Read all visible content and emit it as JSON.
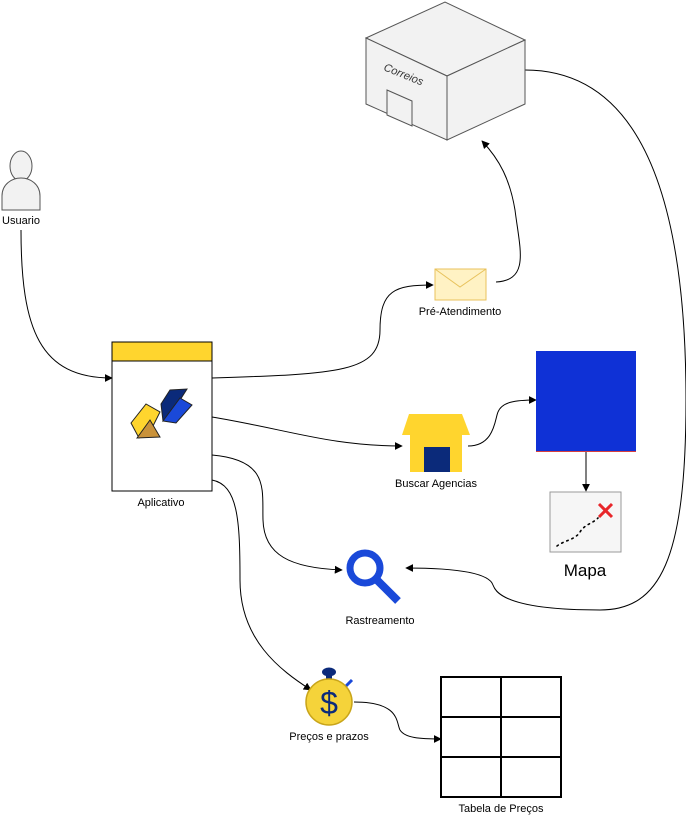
{
  "nodes": {
    "usuario": {
      "label": "Usuario",
      "icon": "user-icon"
    },
    "correios": {
      "label": "Correios",
      "icon": "building-box-icon"
    },
    "pre_atendimento": {
      "label": "Pré-Atendimento",
      "icon": "envelope-icon"
    },
    "aplicativo": {
      "label": "Aplicativo",
      "icon": "app-logo-icon"
    },
    "buscar_agencias": {
      "label": "Buscar Agencias",
      "icon": "store-icon"
    },
    "blue_square": {
      "label": "",
      "icon": "blue-square"
    },
    "mapa": {
      "label": "Mapa",
      "icon": "map-icon"
    },
    "rastreamento": {
      "label": "Rastreamento",
      "icon": "search-icon"
    },
    "precos_prazos": {
      "label": "Preços e prazos",
      "icon": "money-timer-icon"
    },
    "tabela_precos": {
      "label": "Tabela de Preços",
      "icon": "table-grid-icon"
    }
  },
  "colors": {
    "app_header": "#ffd52e",
    "blue_fill": "#0f31d6",
    "store_yellow": "#ffd52e",
    "store_door": "#0b2a7a",
    "search_blue": "#1a49d9",
    "coin_yellow": "#f5d33a",
    "envelope_fill": "#fff2c4",
    "envelope_stroke": "#e8c25c",
    "map_red": "#e8262a",
    "box_gray": "#f2f2f2",
    "user_gray": "#f2f2f2"
  }
}
